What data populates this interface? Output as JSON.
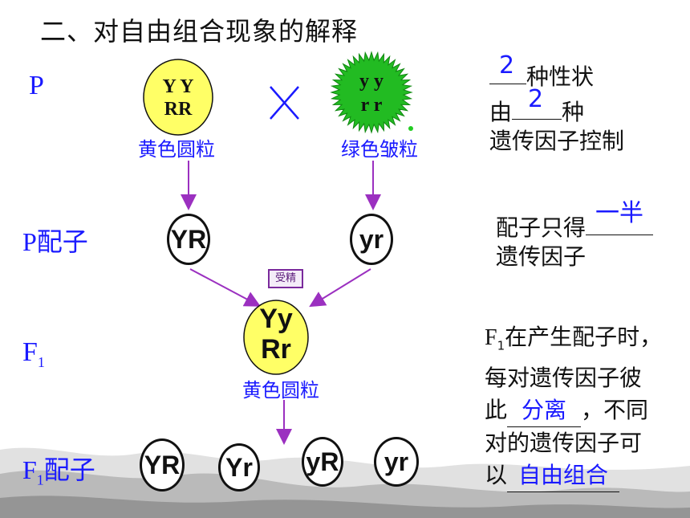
{
  "title": "二、对自由组合现象的解释",
  "rows": {
    "p": "P",
    "p_gamete": "P配子",
    "f1": "F",
    "f1_sub": "1",
    "f1_gamete_prefix": "F",
    "f1_gamete_sub": "1",
    "f1_gamete_suffix": "配子"
  },
  "parent_yellow": {
    "line1": "Y Y",
    "line2": "RR",
    "label": "黄色圆粒",
    "color": "#ffff66"
  },
  "parent_green": {
    "line1": "y y",
    "line2": "r r",
    "label": "绿色皱粒",
    "color": "#22bb22"
  },
  "cross_symbol": "╳",
  "p_gametes": [
    "YR",
    "yr"
  ],
  "fertilization": "受精",
  "f1_plant": {
    "line1": "Yy",
    "line2": "Rr",
    "label": "黄色圆粒",
    "color": "#ffff66"
  },
  "f1_gametes": [
    "YR",
    "Yr",
    "yR",
    "yr"
  ],
  "notes": {
    "n1": {
      "answer1": "2",
      "text1": "种性状",
      "prefix2": "由",
      "answer2": "2",
      "text2": "种",
      "line3": "遗传因子控制"
    },
    "n2": {
      "prefix": "配子只得",
      "answer": "一半",
      "line2": "遗传因子"
    },
    "n3": {
      "line1_sym": "F",
      "line1_sub": "1",
      "line1_text": "在产生配子时，",
      "line2": "每对遗传因子彼",
      "line3_prefix": "此",
      "line3_answer": "分离",
      "line3_suffix": "，不同",
      "line4": "对的遗传因子可",
      "line5_prefix": "以",
      "line5_answer": "自由组合"
    }
  },
  "colors": {
    "arrow": "#9b30c0",
    "blue": "#1a1aff"
  }
}
